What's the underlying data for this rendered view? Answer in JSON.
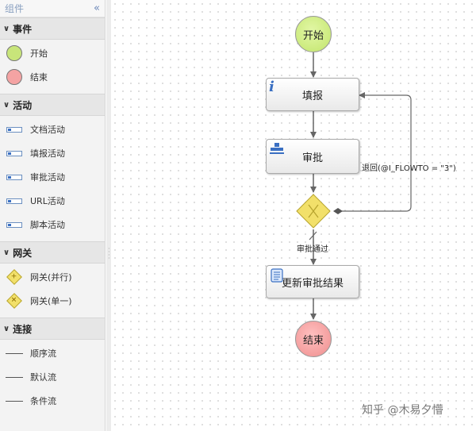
{
  "sidebar": {
    "title": "组件",
    "collapse_icon": "double-chevron-left-icon",
    "sections": [
      {
        "label": "事件",
        "items": [
          {
            "label": "开始",
            "icon": "start-event-icon"
          },
          {
            "label": "结束",
            "icon": "end-event-icon"
          }
        ]
      },
      {
        "label": "活动",
        "items": [
          {
            "label": "文档活动",
            "icon": "task-icon"
          },
          {
            "label": "填报活动",
            "icon": "task-icon"
          },
          {
            "label": "审批活动",
            "icon": "task-icon"
          },
          {
            "label": "URL活动",
            "icon": "task-icon"
          },
          {
            "label": "脚本活动",
            "icon": "task-icon"
          }
        ]
      },
      {
        "label": "网关",
        "items": [
          {
            "label": "网关(并行)",
            "icon": "parallel-gateway-icon"
          },
          {
            "label": "网关(单一)",
            "icon": "exclusive-gateway-icon"
          }
        ]
      },
      {
        "label": "连接",
        "items": [
          {
            "label": "顺序流",
            "icon": "line-icon"
          },
          {
            "label": "默认流",
            "icon": "line-icon"
          },
          {
            "label": "条件流",
            "icon": "line-icon"
          }
        ]
      }
    ]
  },
  "flow": {
    "start": "开始",
    "fill": "填报",
    "approve": "审批",
    "update": "更新审批结果",
    "end": "结束",
    "return_label": "退回(@I_FLOWTO = \"3\")",
    "pass_label": "审批通过"
  },
  "colors": {
    "start_fill": "#c2e56b",
    "end_fill": "#ef8e8e",
    "gateway_fill": "#f2e06a",
    "edge": "#666666",
    "task_icon_blue": "#3a6fc2"
  },
  "watermark": "知乎 @木易夕懵"
}
